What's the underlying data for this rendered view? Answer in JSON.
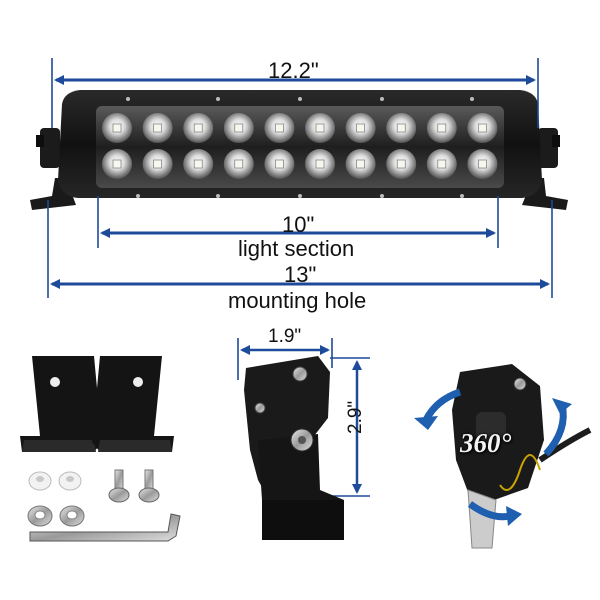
{
  "dimensions": {
    "overall_length": "12.2\"",
    "light_section_length": "10\"",
    "light_section_label": "light section",
    "mounting_hole_length": "13\"",
    "mounting_hole_label": "mounting hole",
    "bracket_width": "1.9\"",
    "bracket_height": "2.9\""
  },
  "rotation_label": "360°",
  "colors": {
    "dimension_line": "#1e4a9a",
    "rotation_arrow": "#1f5fb0",
    "housing": "#161616"
  },
  "icons": [
    "light-bar",
    "mounting-bracket",
    "washer",
    "bolt",
    "hex-key",
    "rotation-arrow"
  ]
}
